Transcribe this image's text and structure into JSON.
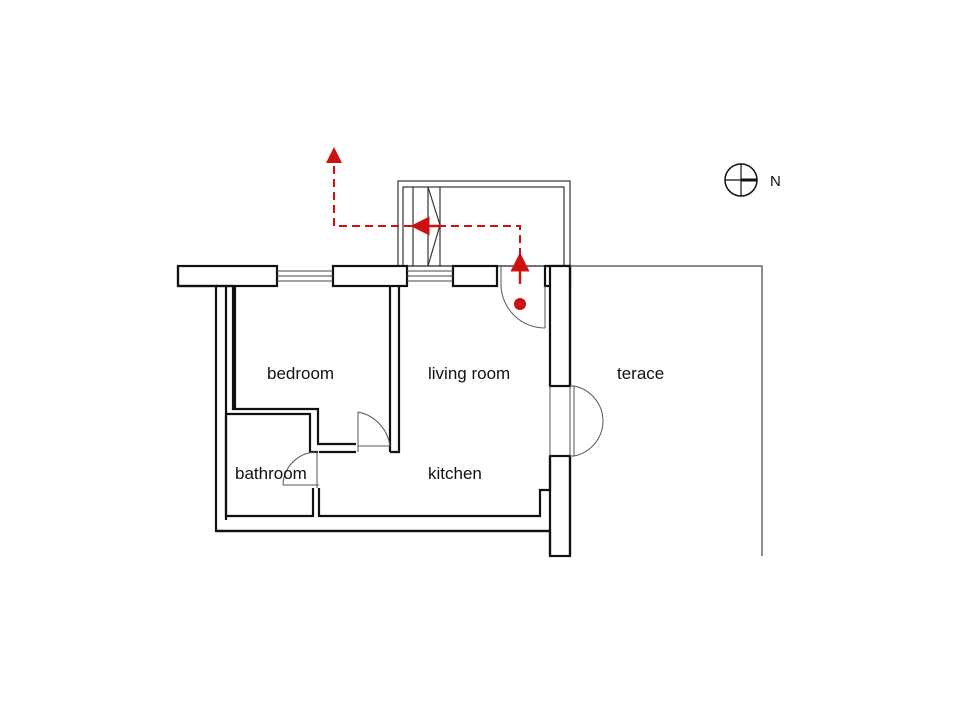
{
  "rooms": {
    "bedroom": "bedroom",
    "living_room": "living room",
    "terrace": "terace",
    "bathroom": "bathroom",
    "kitchen": "kitchen"
  },
  "compass": {
    "label": "N"
  },
  "colors": {
    "wall": "#111111",
    "thin_line": "#333333",
    "route": "#cc1111"
  }
}
